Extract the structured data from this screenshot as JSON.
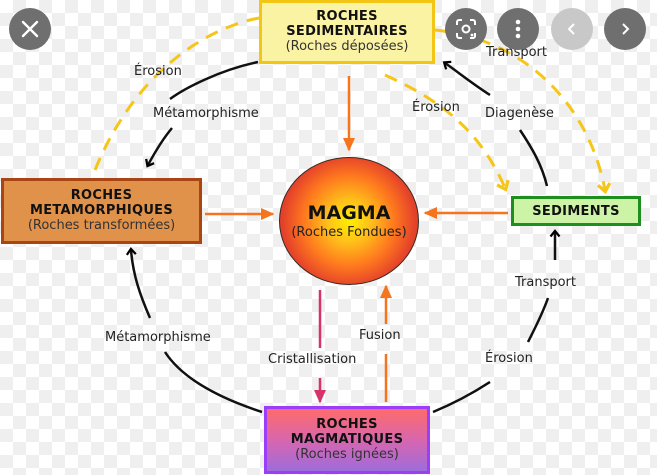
{
  "diagram": {
    "title": "Cycle des roches",
    "nodes": {
      "sedimentaires": {
        "title_line1": "ROCHES",
        "title_line2": "SEDIMENTAIRES",
        "subtitle": "(Roches déposées)",
        "color": "#fbf3a4",
        "border": "#f3c615"
      },
      "metamorphiques": {
        "title_line1": "ROCHES",
        "title_line2": "METAMORPHIQUES",
        "subtitle": "(Roches transformées)",
        "color": "#e0914a",
        "border": "#a94514"
      },
      "sediments": {
        "title": "SEDIMENTS",
        "color": "#cdf3a6",
        "border": "#1e8e1e"
      },
      "magmatiques": {
        "title_line1": "ROCHES",
        "title_line2": "MAGMATIQUES",
        "subtitle": "(Roches ignées)",
        "border": "#9a3ef7"
      },
      "magma": {
        "title": "MAGMA",
        "subtitle": "(Roches Fondues)"
      }
    },
    "labels": {
      "erosion_top_left": "Érosion",
      "metamorphisme_top": "Métamorphisme",
      "erosion_top_right": "Érosion",
      "diagenese": "Diagenèse",
      "transport_top": "Transport",
      "transport_right": "Transport",
      "erosion_bottom_right": "Érosion",
      "fusion": "Fusion",
      "cristallisation": "Cristallisation",
      "metamorphisme_bottom": "Métamorphisme"
    },
    "edges": [
      {
        "from": "sedimentaires",
        "to": "metamorphiques",
        "label": "Métamorphisme",
        "style": "black"
      },
      {
        "from": "sedimentaires",
        "to": "sediments",
        "label": "Érosion",
        "style": "yellow-dashed"
      },
      {
        "from": "metamorphiques",
        "to": "sediments",
        "label": "Érosion",
        "style": "yellow-dashed"
      },
      {
        "from": "sediments",
        "to": "sedimentaires",
        "label": "Diagenèse",
        "style": "black"
      },
      {
        "from": "magmatiques",
        "to": "sediments",
        "label": "Érosion / Transport",
        "style": "black"
      },
      {
        "from": "magmatiques",
        "to": "metamorphiques",
        "label": "Métamorphisme",
        "style": "black"
      },
      {
        "from": "magma",
        "to": "magmatiques",
        "label": "Cristallisation",
        "style": "pink"
      },
      {
        "from": "magmatiques",
        "to": "magma",
        "label": "Fusion",
        "style": "orange"
      },
      {
        "from": "sedimentaires",
        "to": "magma",
        "style": "orange"
      },
      {
        "from": "metamorphiques",
        "to": "magma",
        "style": "orange"
      },
      {
        "from": "sediments",
        "to": "magma",
        "style": "orange"
      }
    ]
  },
  "viewer_controls": {
    "close": "close-icon",
    "lens": "lens-search-icon",
    "more": "more-vertical-icon",
    "previous": "chevron-left-icon",
    "next": "chevron-right-icon"
  }
}
